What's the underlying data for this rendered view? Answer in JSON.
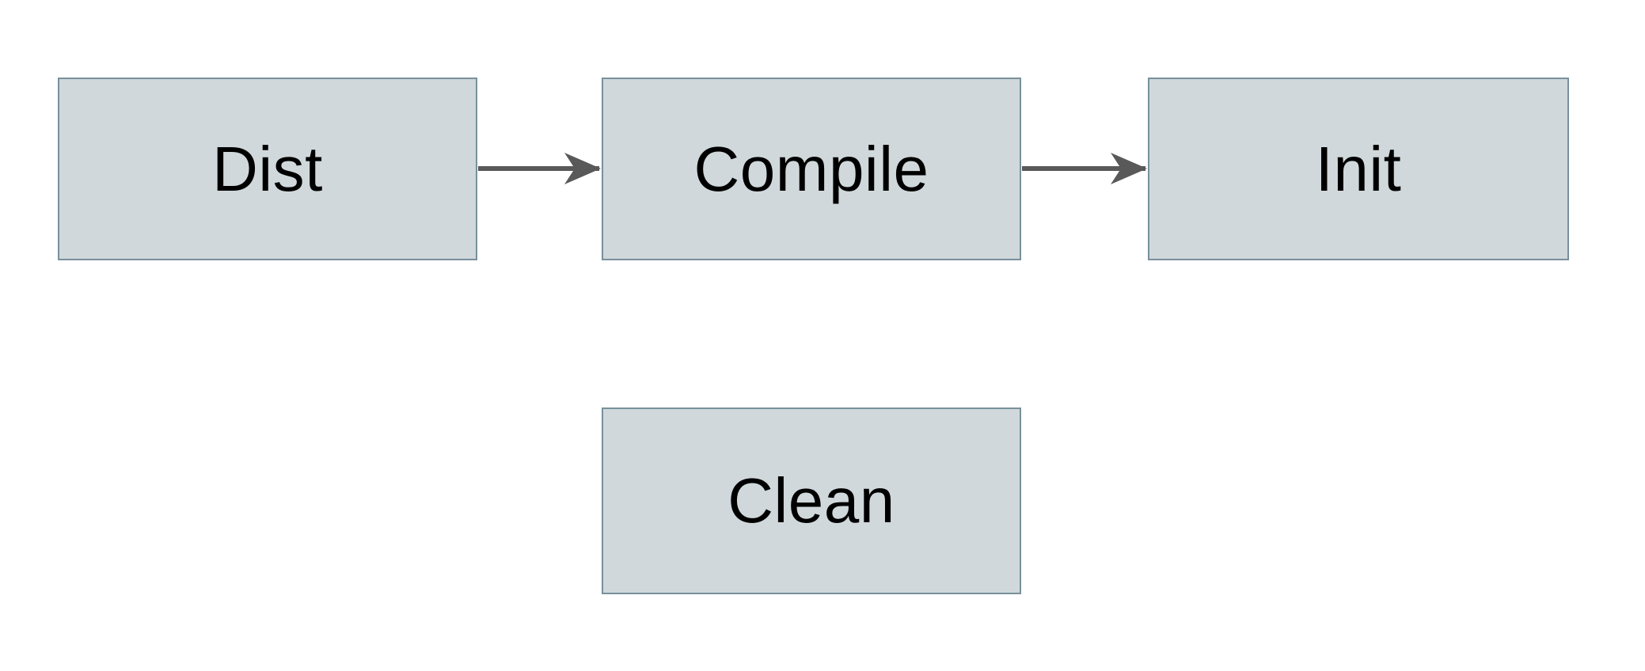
{
  "diagram": {
    "type": "flowchart",
    "background": "#ffffff",
    "colors": {
      "node_fill": "#d0d8db",
      "node_border": "#78909c",
      "arrow": "#595959",
      "text": "#000000"
    },
    "nodes": [
      {
        "id": "dist",
        "label": "Dist"
      },
      {
        "id": "compile",
        "label": "Compile"
      },
      {
        "id": "init",
        "label": "Init"
      },
      {
        "id": "clean",
        "label": "Clean"
      }
    ],
    "edges": [
      {
        "from": "dist",
        "to": "compile",
        "style": "arrow"
      },
      {
        "from": "compile",
        "to": "init",
        "style": "arrow"
      }
    ]
  }
}
